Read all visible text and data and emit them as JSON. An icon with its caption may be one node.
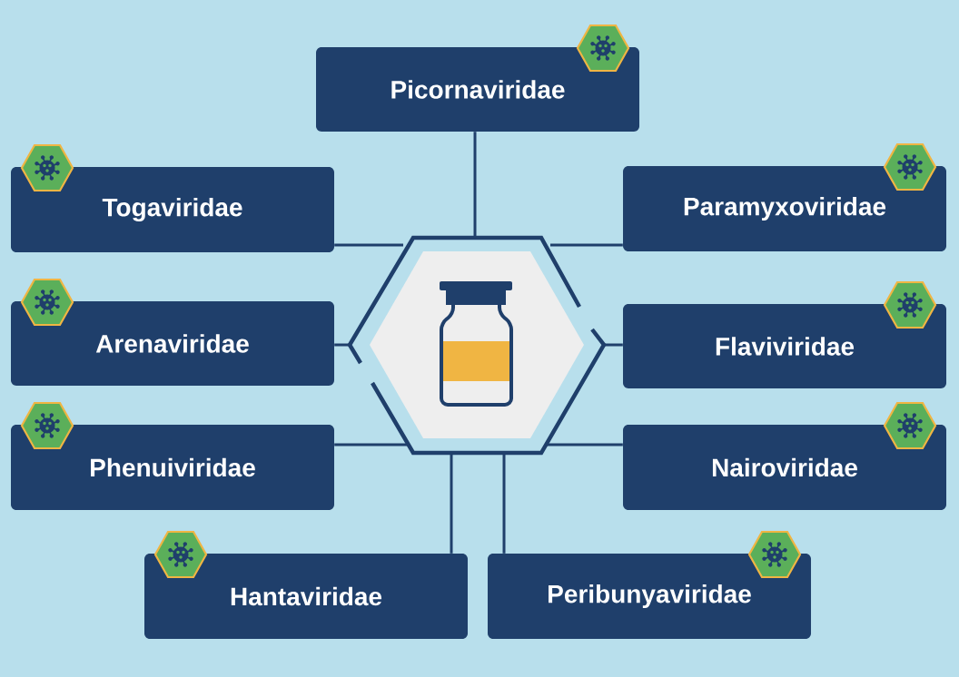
{
  "diagram": {
    "nodes": [
      {
        "text": [],
        "shape": "hexagon"
      },
      {
        "text": [
          "Picornaviridae"
        ]
      },
      {
        "text": [
          "Togaviridae"
        ]
      },
      {
        "text": [
          "Paramyxoviridae"
        ]
      },
      {
        "text": [
          "Arenaviridae"
        ]
      },
      {
        "text": [
          "Flaviviridae"
        ]
      },
      {
        "text": [
          "Phenuiviridae"
        ]
      },
      {
        "text": [
          "Nairoviridae"
        ]
      },
      {
        "text": [
          "Hantaviridae"
        ]
      },
      {
        "text": [
          "Peribunyaviridae"
        ]
      }
    ],
    "edges": [
      {
        "from": 0,
        "to": 1,
        "arrow": "none"
      },
      {
        "from": 0,
        "to": 2,
        "arrow": "none"
      },
      {
        "from": 0,
        "to": 3,
        "arrow": "none"
      },
      {
        "from": 0,
        "to": 4,
        "arrow": "none"
      },
      {
        "from": 0,
        "to": 5,
        "arrow": "none"
      },
      {
        "from": 0,
        "to": 6,
        "arrow": "none"
      },
      {
        "from": 0,
        "to": 7,
        "arrow": "none"
      },
      {
        "from": 0,
        "to": 8,
        "arrow": "none"
      },
      {
        "from": 0,
        "to": 9,
        "arrow": "none"
      }
    ]
  }
}
